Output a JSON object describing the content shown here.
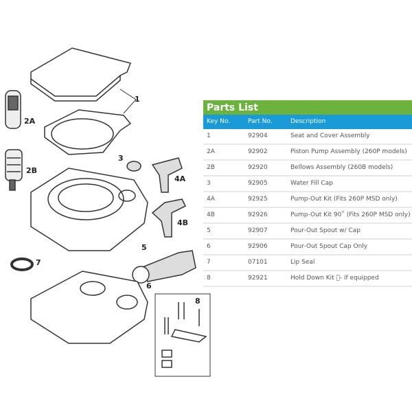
{
  "callouts": [
    "1",
    "2A",
    "2B",
    "3",
    "4A",
    "4B",
    "5",
    "6",
    "7",
    "8"
  ],
  "parts_list": {
    "title": "Parts List",
    "headers": [
      "Key No.",
      "Part No.",
      "Description"
    ],
    "rows": [
      [
        "1",
        "92904",
        "Seat and Cover Assembly"
      ],
      [
        "2A",
        "92902",
        "Piston Pump Assembly (260P models)"
      ],
      [
        "2B",
        "92920",
        "Bellows Assembly (260B models)"
      ],
      [
        "3",
        "92905",
        "Water Fill Cap"
      ],
      [
        "4A",
        "92925",
        "Pump-Out Kit (Fits 260P MSD only)"
      ],
      [
        "4B",
        "92926",
        "Pump-Out Kit 90˚ (Fits 260P MSD only)"
      ],
      [
        "5",
        "92907",
        "Pour-Out Spout w/ Cap"
      ],
      [
        "6",
        "92906",
        "Pour-Out Spout Cap Only"
      ],
      [
        "7",
        "07101",
        "Lip Seal"
      ],
      [
        "8",
        "92921",
        "Hold Down Kit - if equipped"
      ]
    ]
  }
}
